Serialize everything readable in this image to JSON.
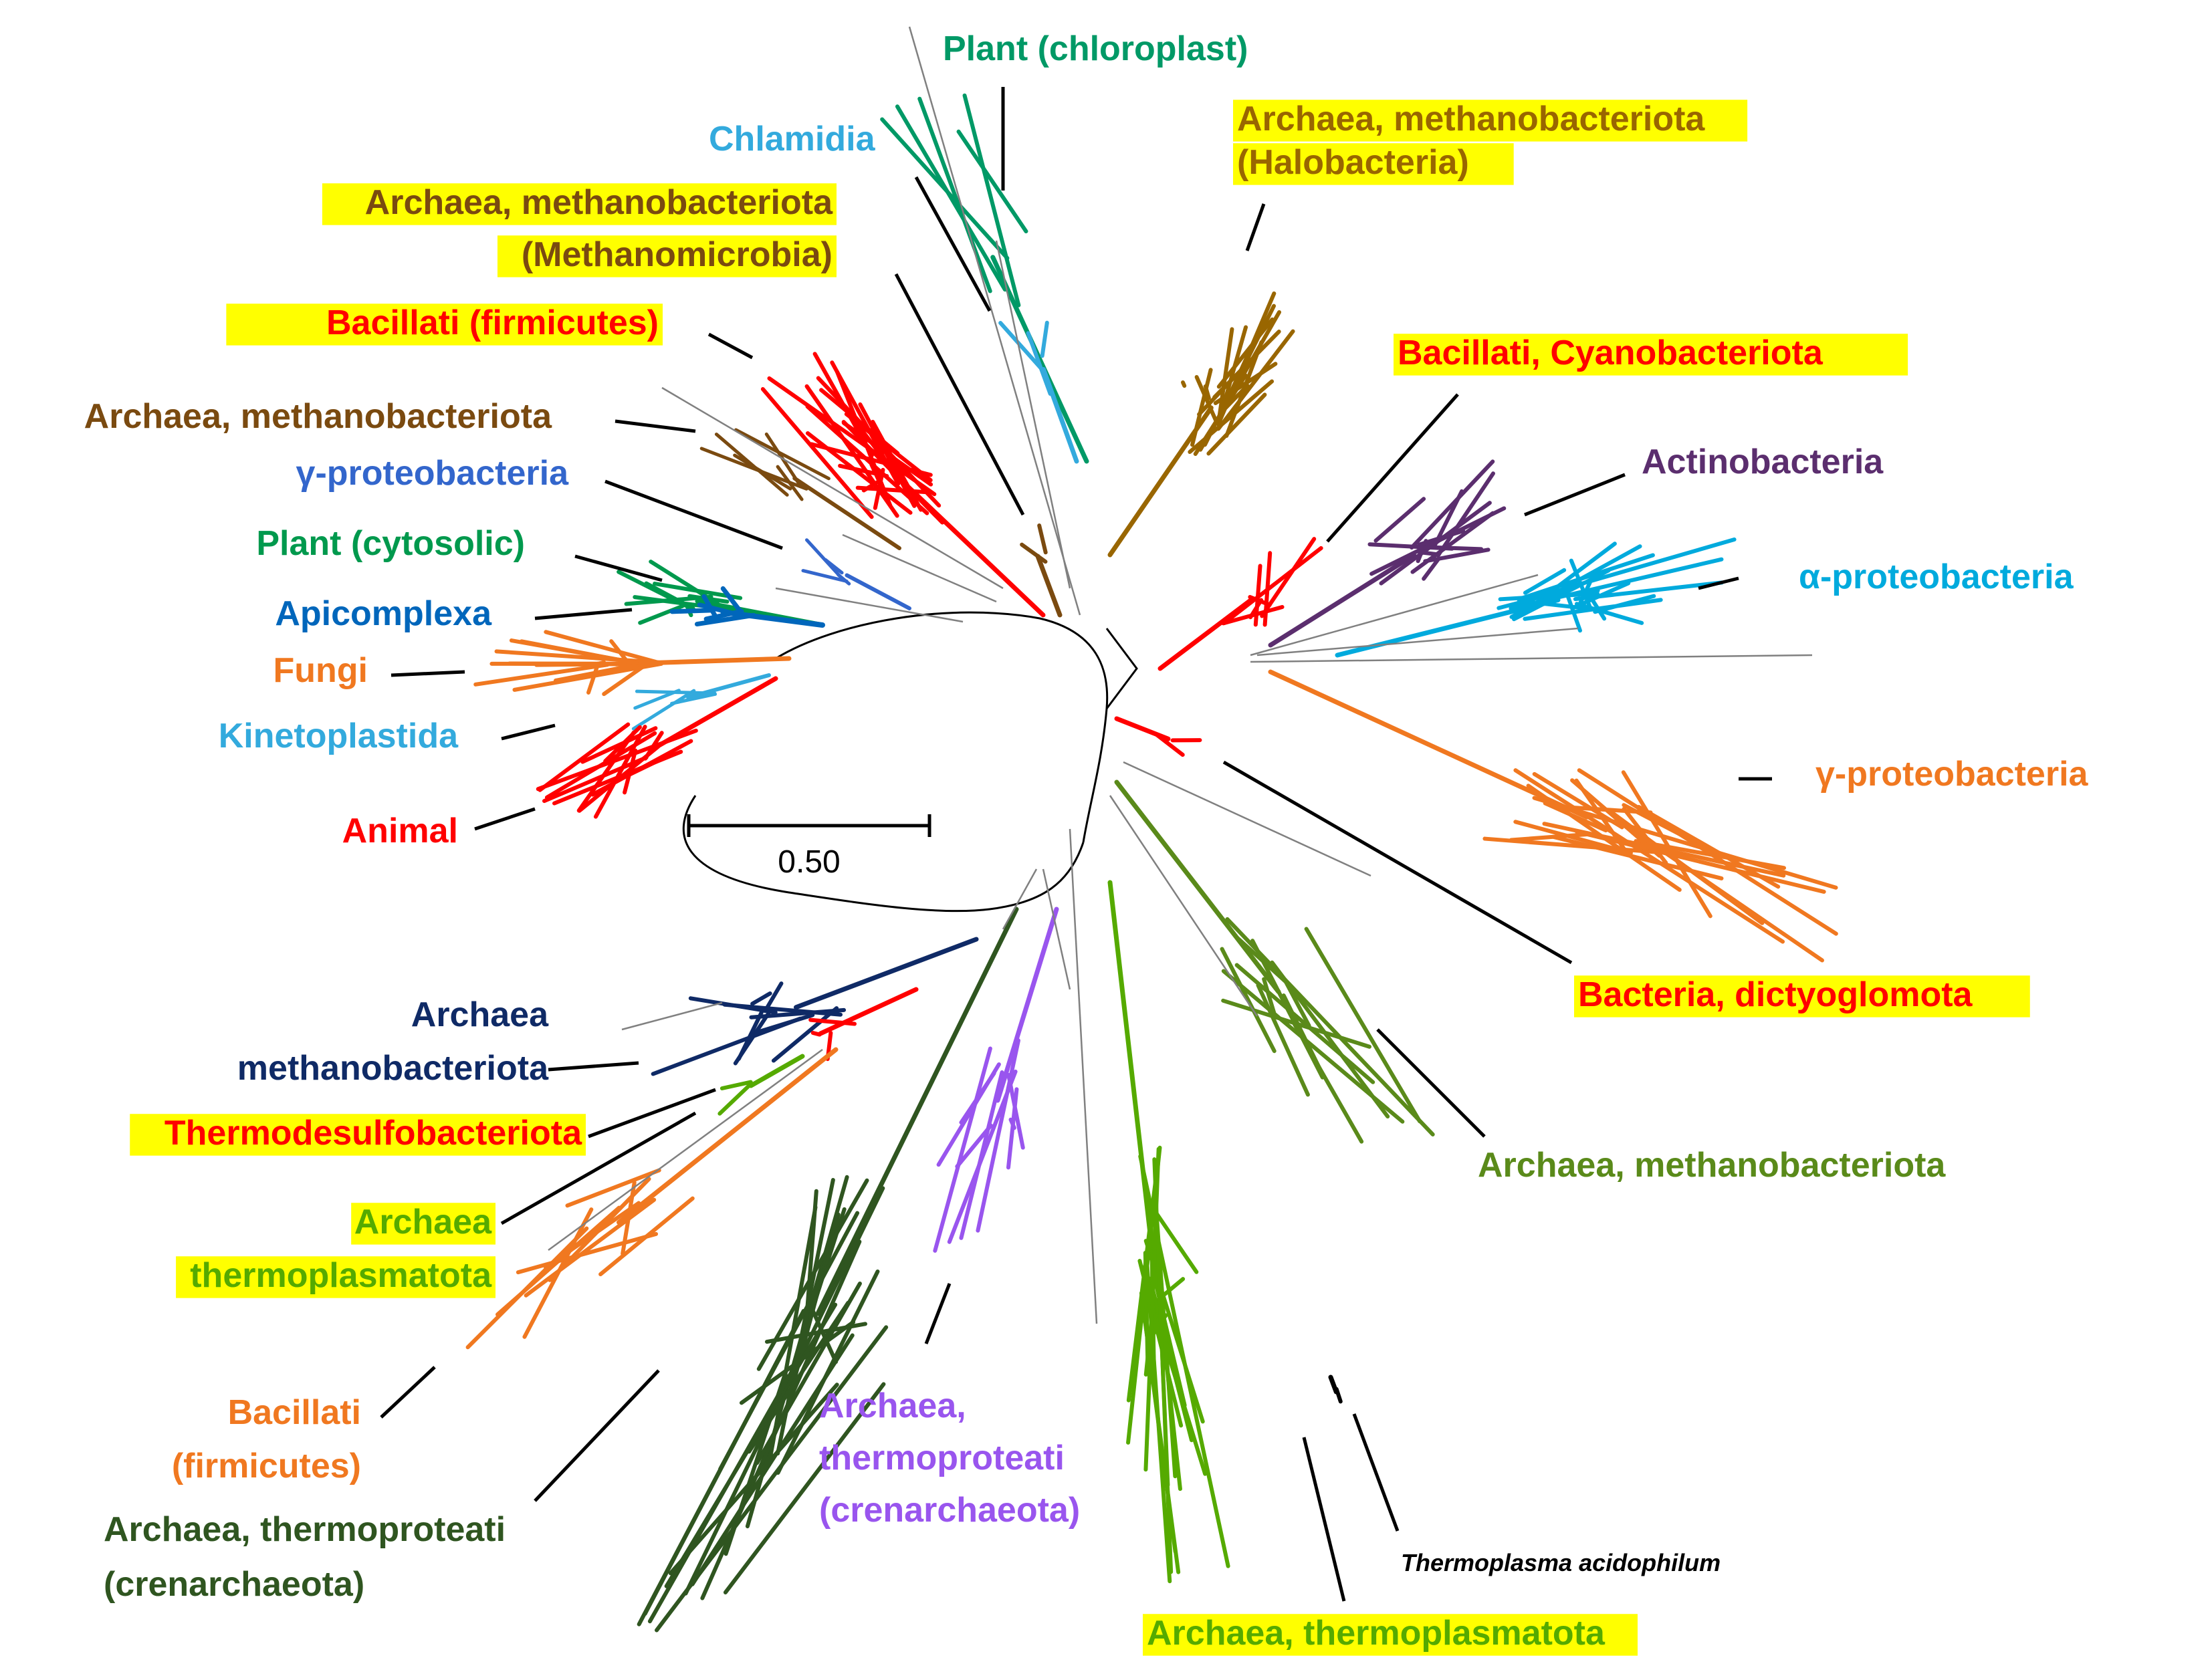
{
  "colors": {
    "highlight": "#ffff00",
    "backbone": "#000000",
    "outgroup": "#808080"
  },
  "scale_bar": {
    "value_label": "0.50"
  },
  "clades": [
    {
      "id": "plant-chloroplast",
      "label": [
        "Plant (chloroplast)"
      ],
      "color": "#009966",
      "highlight": false
    },
    {
      "id": "chlamidia",
      "label": [
        "Chlamidia"
      ],
      "color": "#33aadd",
      "highlight": false
    },
    {
      "id": "halobacteria",
      "label": [
        "Archaea, methanobacteriota",
        "(Halobacteria)"
      ],
      "color": "#996600",
      "highlight": true
    },
    {
      "id": "methanomicrobia",
      "label": [
        "Archaea, methanobacteriota",
        "(Methanomicrobia)"
      ],
      "color": "#7a4a10",
      "highlight": true
    },
    {
      "id": "bacillati-firmicutes-top",
      "label": [
        "Bacillati (firmicutes)"
      ],
      "color": "#ff0000",
      "highlight": true
    },
    {
      "id": "archaea-methanobacteriota-brown",
      "label": [
        "Archaea, methanobacteriota"
      ],
      "color": "#7a4a10",
      "highlight": false
    },
    {
      "id": "gamma-proteobacteria-left",
      "label": [
        "γ-proteobacteria"
      ],
      "color": "#3366cc",
      "highlight": false
    },
    {
      "id": "plant-cytosolic",
      "label": [
        "Plant (cytosolic)"
      ],
      "color": "#00994d",
      "highlight": false
    },
    {
      "id": "apicomplexa",
      "label": [
        "Apicomplexa"
      ],
      "color": "#0066bb",
      "highlight": false
    },
    {
      "id": "fungi",
      "label": [
        "Fungi"
      ],
      "color": "#f07820",
      "highlight": false
    },
    {
      "id": "kinetoplastida",
      "label": [
        "Kinetoplastida"
      ],
      "color": "#33aadd",
      "highlight": false
    },
    {
      "id": "animal",
      "label": [
        "Animal"
      ],
      "color": "#ff0000",
      "highlight": false
    },
    {
      "id": "bacillati-cyanobacteriota",
      "label": [
        "Bacillati, Cyanobacteriota"
      ],
      "color": "#ff0000",
      "highlight": true
    },
    {
      "id": "actinobacteria",
      "label": [
        "Actinobacteria"
      ],
      "color": "#5b2e6e",
      "highlight": false
    },
    {
      "id": "alpha-proteobacteria",
      "label": [
        "α-proteobacteria"
      ],
      "color": "#00aadd",
      "highlight": false
    },
    {
      "id": "gamma-proteobacteria-right",
      "label": [
        "γ-proteobacteria"
      ],
      "color": "#f07820",
      "highlight": false
    },
    {
      "id": "bacteria-dictyoglomota",
      "label": [
        "Bacteria, dictyoglomota"
      ],
      "color": "#ff0000",
      "highlight": true
    },
    {
      "id": "archaea-methanobacteriota-olive",
      "label": [
        "Archaea, methanobacteriota"
      ],
      "color": "#5a8a1a",
      "highlight": false
    },
    {
      "id": "archaea-methanobacteriota-navy",
      "label": [
        "Archaea",
        "methanobacteriota"
      ],
      "color": "#0f2a66",
      "highlight": false
    },
    {
      "id": "thermodesulfobacteriota",
      "label": [
        "Thermodesulfobacteriota"
      ],
      "color": "#ff0000",
      "highlight": true
    },
    {
      "id": "archaea-thermoplasmatota-left",
      "label": [
        "Archaea",
        "thermoplasmatota"
      ],
      "color": "#55aa00",
      "highlight": true
    },
    {
      "id": "bacillati-firmicutes-bottom",
      "label": [
        "Bacillati",
        "(firmicutes)"
      ],
      "color": "#f07820",
      "highlight": false
    },
    {
      "id": "thermoproteati-dark",
      "label": [
        "Archaea, thermoproteati",
        "(crenarchaeota)"
      ],
      "color": "#2f5520",
      "highlight": false
    },
    {
      "id": "thermoproteati-purple",
      "label": [
        "Archaea,",
        "thermoproteati",
        "(crenarchaeota)"
      ],
      "color": "#9955ee",
      "highlight": false
    },
    {
      "id": "archaea-thermoplasmatota-bottom",
      "label": [
        "Archaea, thermoplasmatota"
      ],
      "color": "#55aa00",
      "highlight": true
    },
    {
      "id": "thermoplasma-acidophilum",
      "label": [
        "Thermoplasma acidophilum"
      ],
      "color": "#000000",
      "highlight": false,
      "italic": true
    }
  ]
}
